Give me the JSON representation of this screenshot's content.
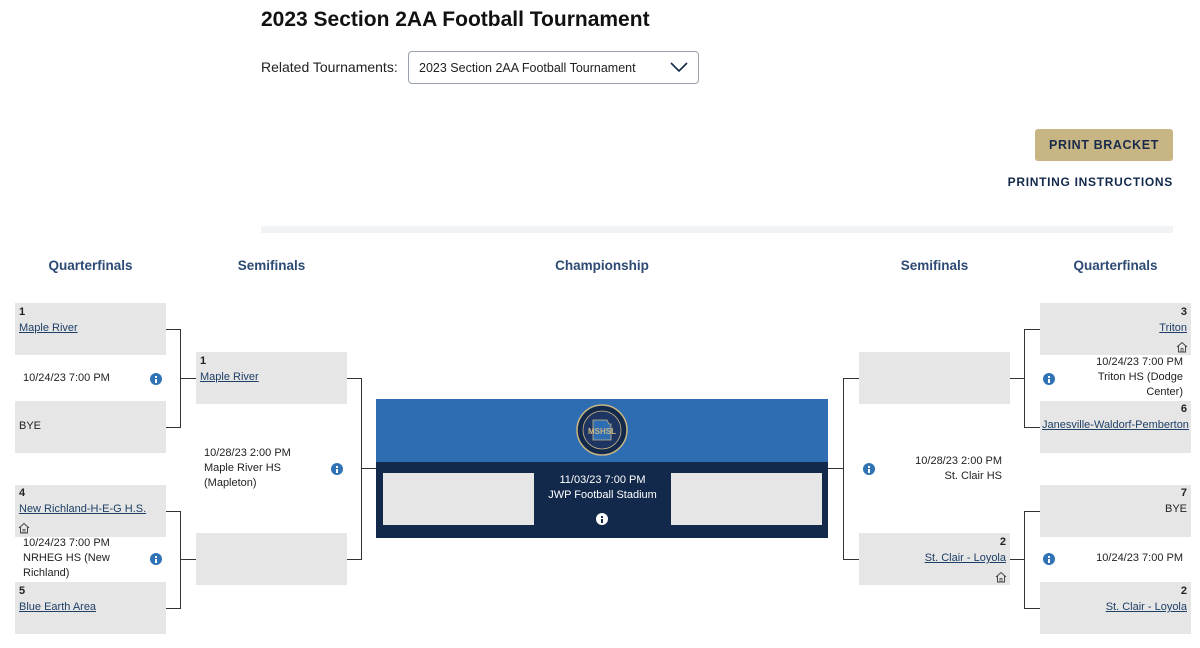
{
  "page": {
    "title": "2023 Section 2AA Football Tournament"
  },
  "related": {
    "label": "Related Tournaments:",
    "selected": "2023 Section 2AA Football Tournament"
  },
  "actions": {
    "print": "PRINT BRACKET",
    "instructions": "PRINTING INSTRUCTIONS"
  },
  "headers": {
    "left_qf": "Quarterfinals",
    "left_sf": "Semifinals",
    "champ": "Championship",
    "right_sf": "Semifinals",
    "right_qf": "Quarterfinals"
  },
  "left_qf1": {
    "top": {
      "seed": "1",
      "team": "Maple River"
    },
    "datetime": "10/24/23 7:00 PM",
    "bottom": {
      "team": "BYE"
    }
  },
  "left_qf2": {
    "top": {
      "seed": "4",
      "team": "New Richland-H-E-G H.S."
    },
    "datetime": "10/24/23 7:00 PM",
    "location": "NRHEG HS (New Richland)",
    "bottom": {
      "seed": "5",
      "team": "Blue Earth Area"
    }
  },
  "left_sf": {
    "top": {
      "seed": "1",
      "team": "Maple River"
    },
    "datetime": "10/28/23 2:00 PM",
    "location": "Maple River HS (Mapleton)"
  },
  "champ": {
    "datetime": "11/03/23 7:00 PM",
    "location": "JWP Football Stadium"
  },
  "right_sf": {
    "datetime": "10/28/23 2:00 PM",
    "location": "St. Clair HS",
    "bottom": {
      "seed": "2",
      "team": "St. Clair - Loyola"
    }
  },
  "right_qf1": {
    "top": {
      "seed": "3",
      "team": "Triton"
    },
    "datetime": "10/24/23 7:00 PM",
    "location": "Triton HS (Dodge Center)",
    "bottom": {
      "seed": "6",
      "team": "Janesville-Waldorf-Pemberton"
    }
  },
  "right_qf2": {
    "top": {
      "seed": "7",
      "team": "BYE"
    },
    "datetime": "10/24/23 7:00 PM",
    "bottom": {
      "seed": "2",
      "team": "St. Clair - Loyola"
    }
  },
  "colors": {
    "accent_gold": "#c8b584",
    "navy": "#13294b",
    "blue": "#2e6db1",
    "slot_gray": "#e6e6e6",
    "info_blue": "#2f73b5"
  },
  "icons": [
    "chevron-down-icon",
    "info-icon",
    "home-icon",
    "mshsl-logo"
  ]
}
